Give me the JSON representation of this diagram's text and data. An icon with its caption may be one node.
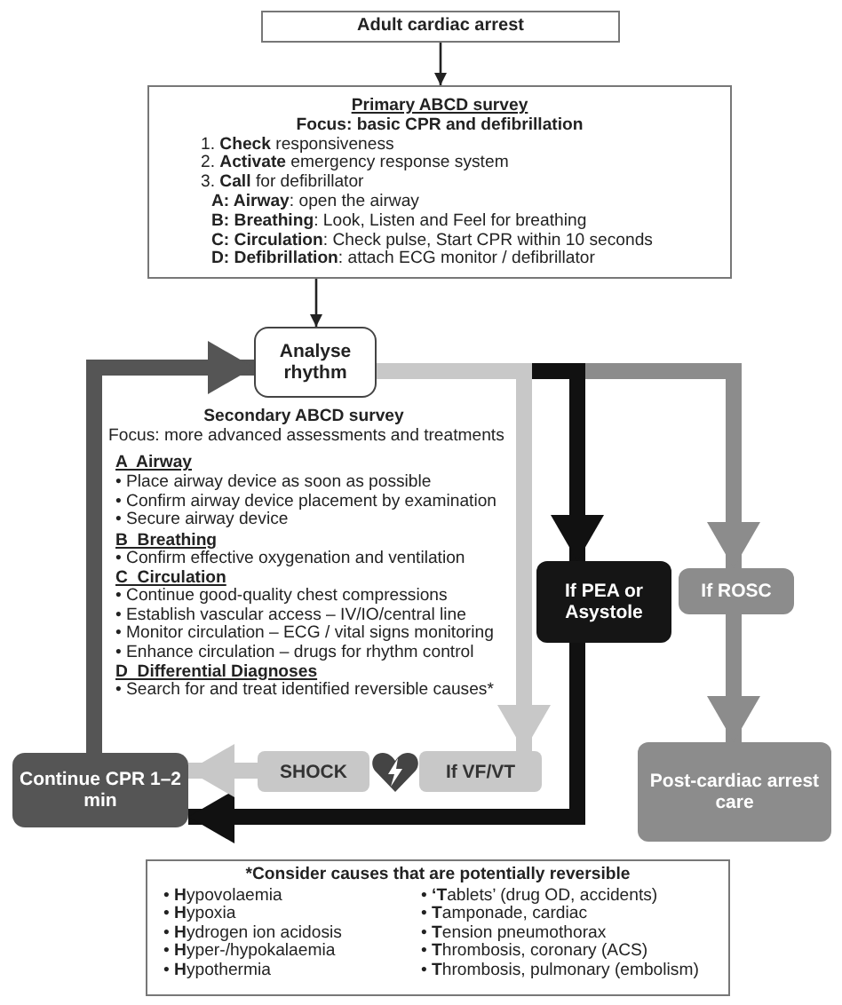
{
  "diagram": {
    "nodes": [
      {
        "text": [
          "Adult cardiac arrest"
        ]
      },
      {
        "text": [
          "Primary ABCD survey",
          "Focus: basic CPR and defibrillation",
          "1. **Check** responsiveness",
          "2. **Activate** emergency response system",
          "3. **Call** for defibrillator",
          "**A: Airway**: open the airway",
          "**B: Breathing**: Look, Listen and Feel for breathing",
          "**C: Circulation**: Check pulse, Start CPR within 10 seconds",
          "**D: Defibrillation**: attach ECG monitor / defibrillator"
        ]
      },
      {
        "text": [
          "Analyse rhythm"
        ]
      },
      {
        "text": [
          "If PEA or Asystole"
        ]
      },
      {
        "text": [
          "If ROSC"
        ]
      },
      {
        "text": [
          "If VF/VT"
        ]
      },
      {
        "text": [
          "SHOCK"
        ]
      },
      {
        "text": [
          "Continue CPR 1–2 min"
        ]
      },
      {
        "text": [
          "Post-cardiac arrest care"
        ]
      },
      {
        "text": [
          "*Consider causes that are potentially reversible",
          "• **H**ypovolaemia",
          "• **H**ypoxia",
          "• **H**ydrogen ion acidosis",
          "• **H**yper-/hypokalaemia",
          "• **H**ypothermia",
          "• **‘T**ablets’ (drug OD, accidents)",
          "• **T**amponade, cardiac",
          "• **T**ension pneumothorax",
          "• **T**hrombosis, coronary (ACS)",
          "• **T**hrombosis, pulmonary (embolism)"
        ]
      }
    ],
    "edges": [
      {
        "from": 0,
        "to": 1,
        "arrow": "to"
      },
      {
        "from": 1,
        "to": 2,
        "arrow": "to"
      },
      {
        "from": 2,
        "to": 5,
        "arrow": "to",
        "color": "#c8c8c8"
      },
      {
        "from": 2,
        "to": 3,
        "arrow": "to",
        "color": "#111111"
      },
      {
        "from": 2,
        "to": 4,
        "arrow": "to",
        "color": "#8c8c8c"
      },
      {
        "from": 6,
        "to": 7,
        "arrow": "to",
        "color": "#c8c8c8"
      },
      {
        "from": 3,
        "to": 7,
        "arrow": "to",
        "color": "#111111"
      },
      {
        "from": 7,
        "to": 2,
        "arrow": "to",
        "color": "#555555"
      },
      {
        "from": 4,
        "to": 8,
        "arrow": "to",
        "color": "#8c8c8c"
      }
    ],
    "labels": [
      "Secondary ABCD survey",
      "Focus: more advanced assessments and treatments",
      "A  Airway",
      "• Place airway device as soon as possible",
      "• Confirm airway device placement by examination",
      "• Secure airway device",
      "B  Breathing",
      "• Confirm effective oxygenation and ventilation",
      "C  Circulation",
      "• Continue good-quality chest compressions",
      "• Establish vascular access – IV/IO/central line",
      "• Monitor circulation – ECG / vital signs monitoring",
      "• Enhance circulation – drugs for rhythm control",
      "D  Differential Diagnoses",
      "• Search for and treat identified reversible causes*"
    ]
  }
}
